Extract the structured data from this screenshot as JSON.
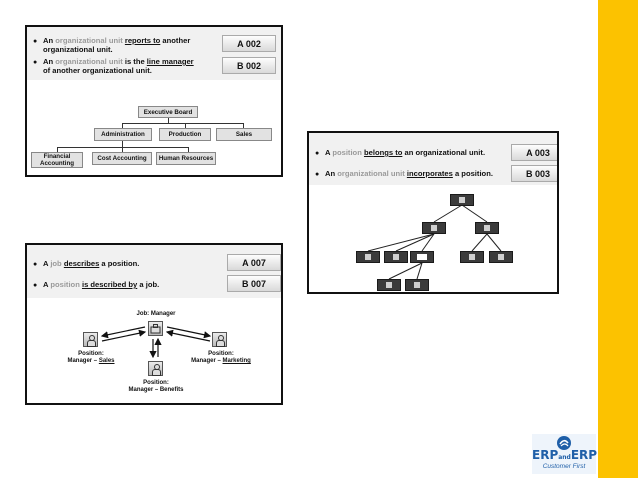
{
  "panel1": {
    "rows": [
      {
        "bullet": "●",
        "pre": "An ",
        "gray": "organizational unit",
        "mid": " ",
        "u": "reports to",
        "post": " another",
        "line2": "organizational unit.",
        "code": "A 002"
      },
      {
        "bullet": "●",
        "pre": "An ",
        "gray": "organizational unit",
        "mid": " is the ",
        "u": "line manager",
        "post": "",
        "line2": "of another organizational unit.",
        "code": "B 002"
      }
    ],
    "boxes": {
      "exec": "Executive Board",
      "admin": "Administration",
      "production": "Production",
      "sales": "Sales",
      "financial": "Financial Accounting",
      "cost": "Cost Accounting",
      "hr": "Human Resources"
    }
  },
  "panel2": {
    "rows": [
      {
        "bullet": "●",
        "pre": "A ",
        "gray": "position",
        "mid": " ",
        "u": "belongs to",
        "post": " an organizational unit.",
        "code": "A 003"
      },
      {
        "bullet": "●",
        "pre": "An ",
        "gray": "organizational unit",
        "mid": " ",
        "u": "incorporates",
        "post": " a position.",
        "code": "B 003"
      }
    ]
  },
  "panel3": {
    "rows": [
      {
        "bullet": "●",
        "pre": "A ",
        "gray": "job",
        "mid": " ",
        "u": "describes",
        "post": " a position.",
        "code": "A 007"
      },
      {
        "bullet": "●",
        "pre": "A ",
        "gray": "position",
        "mid": " ",
        "u": "is described by",
        "post": " a job.",
        "code": "B 007"
      }
    ],
    "job_label": "Job: Manager",
    "pos_sales": {
      "l1": "Position:",
      "l2a": "Manager – ",
      "l2u": "Sales"
    },
    "pos_marketing": {
      "l1": "Position:",
      "l2a": "Manager – ",
      "l2u": "Marketing"
    },
    "pos_benefits": {
      "l1": "Position:",
      "l2": "Manager – Benefits"
    }
  },
  "logo": {
    "brand_left": "ERP",
    "brand_small": "and",
    "brand_right": "ERP",
    "tagline": "Customer First",
    "accent": "#1f5fa8"
  },
  "colors": {
    "yellow": "#fcc200",
    "gray_text": "#9a9a9a"
  }
}
